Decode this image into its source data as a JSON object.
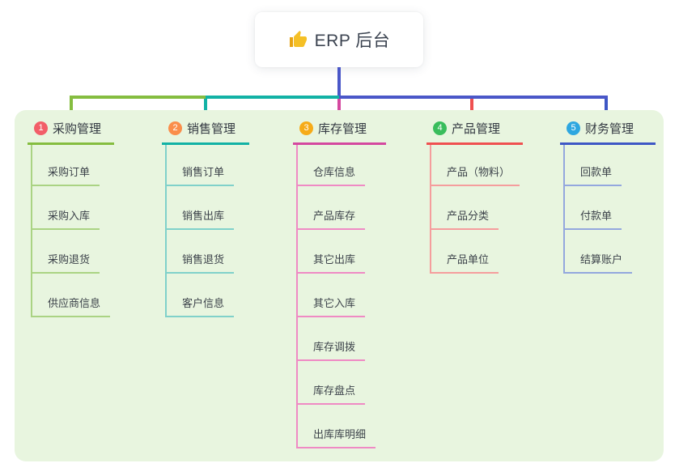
{
  "root": {
    "label": "ERP 后台",
    "icon": "thumbs-up-icon",
    "icon_color": "#f5c026"
  },
  "colors": {
    "page_background": "#ffffff",
    "panel_background": "#e8f5df",
    "root_card_background": "#ffffff",
    "text_primary": "#3b4350",
    "text_node": "#3c424a"
  },
  "connector": {
    "root_line_color": "#4a57c8",
    "horizontal_segment_colors": [
      "#85bd40",
      "#12b2a5",
      "#4a57c8"
    ],
    "drop_colors": [
      "#85bd40",
      "#12b2a5",
      "#d4489f",
      "#ef5050",
      "#3e57c5"
    ]
  },
  "branches": [
    {
      "index": "1",
      "label": "采购管理",
      "badge_color": "#f25e68",
      "line_color": "#85bd40",
      "child_line_color": "#aad383",
      "children": [
        "采购订单",
        "采购入库",
        "采购退货",
        "供应商信息"
      ]
    },
    {
      "index": "2",
      "label": "销售管理",
      "badge_color": "#fa8e4b",
      "line_color": "#12b2a5",
      "child_line_color": "#80d1ca",
      "children": [
        "销售订单",
        "销售出库",
        "销售退货",
        "客户信息"
      ]
    },
    {
      "index": "3",
      "label": "库存管理",
      "badge_color": "#f6ab18",
      "line_color": "#d4489f",
      "child_line_color": "#ef8ac4",
      "children": [
        "仓库信息",
        "产品库存",
        "其它出库",
        "其它入库",
        "库存调拨",
        "库存盘点",
        "出库库明细"
      ]
    },
    {
      "index": "4",
      "label": "产品管理",
      "badge_color": "#39bd5c",
      "line_color": "#ef5050",
      "child_line_color": "#f59d9d",
      "children": [
        "产品（物料）",
        "产品分类",
        "产品单位"
      ]
    },
    {
      "index": "5",
      "label": "财务管理",
      "badge_color": "#2ea7e0",
      "line_color": "#3e57c5",
      "child_line_color": "#93a7de",
      "children": [
        "回款单",
        "付款单",
        "结算账户"
      ]
    }
  ]
}
